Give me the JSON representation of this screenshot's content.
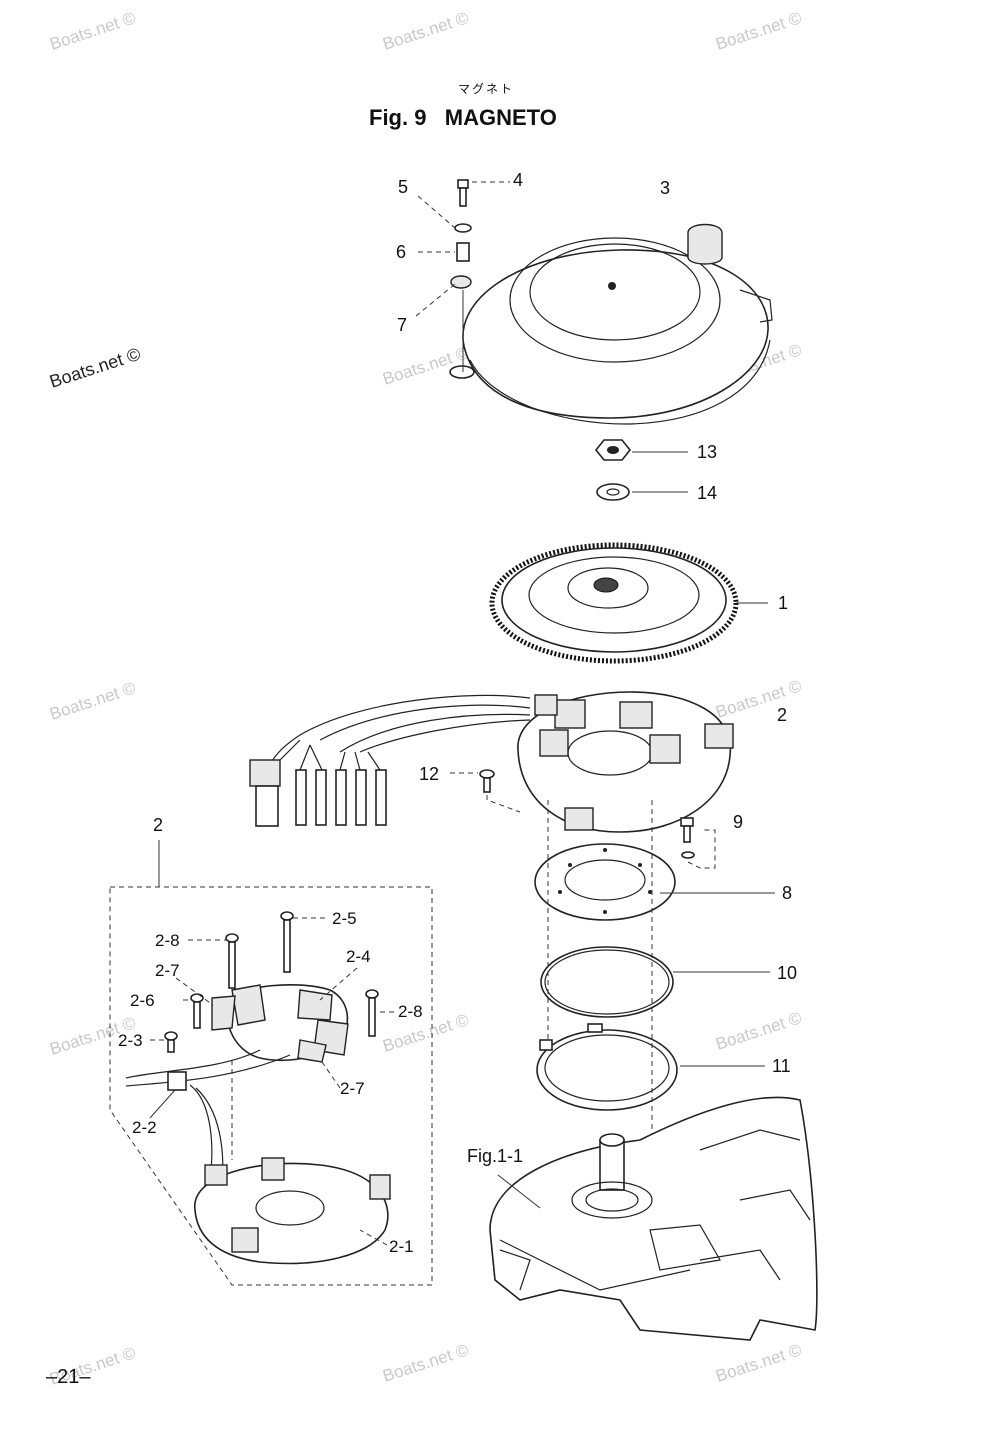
{
  "header": {
    "subtitle_jp": "マグネト",
    "title": "Fig. 9   MAGNETO"
  },
  "watermark": {
    "text": "Boats.net ©"
  },
  "parts": {
    "p1": "1",
    "p2": "2",
    "p3": "3",
    "p4": "4",
    "p5": "5",
    "p6": "6",
    "p7": "7",
    "p8": "8",
    "p9": "9",
    "p10": "10",
    "p11": "11",
    "p12": "12",
    "p13": "13",
    "p14": "14",
    "inset": "2",
    "p2_1": "2-1",
    "p2_2": "2-2",
    "p2_3": "2-3",
    "p2_4": "2-4",
    "p2_5": "2-5",
    "p2_6": "2-6",
    "p2_7a": "2-7",
    "p2_7b": "2-7",
    "p2_8a": "2-8",
    "p2_8b": "2-8",
    "ref_fig": "Fig.1-1"
  },
  "footer": {
    "page_number": "–21–"
  }
}
